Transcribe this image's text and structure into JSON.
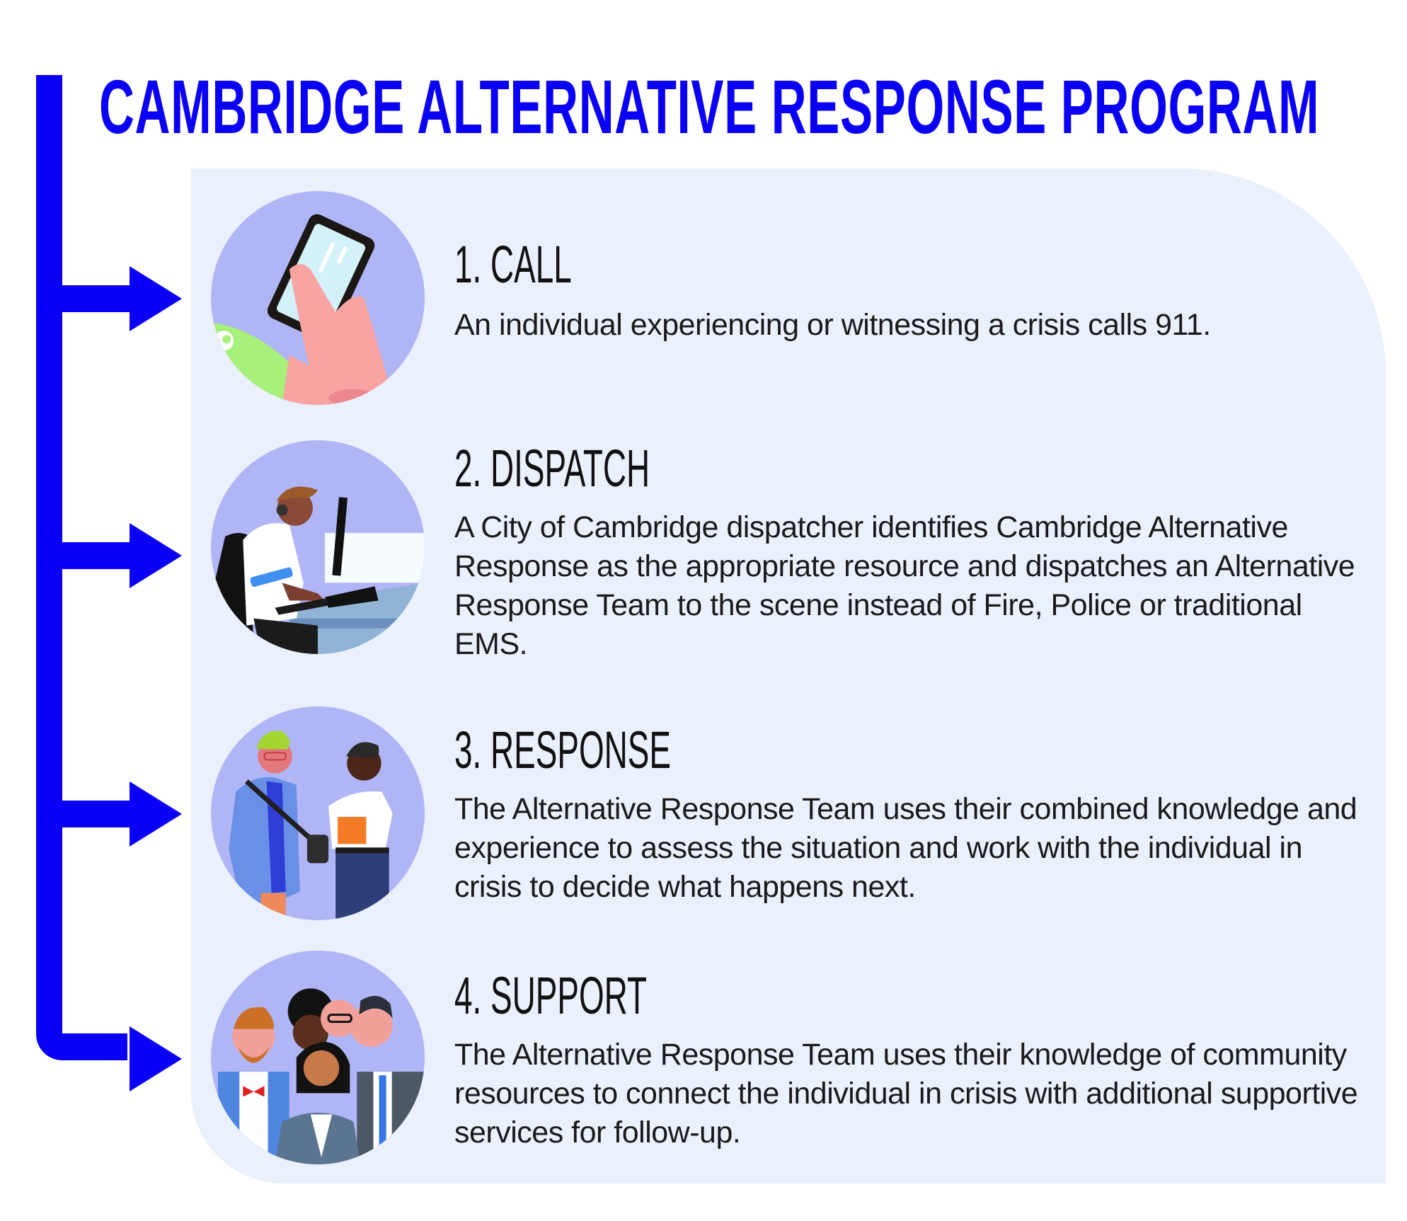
{
  "title": "CAMBRIDGE ALTERNATIVE RESPONSE PROGRAM",
  "colors": {
    "accent_blue": "#0a00f5",
    "panel_bg": "#eaf0fc",
    "circle_bg": "#b0b5f6",
    "heading_text": "#111111",
    "body_text": "#1a1a1a"
  },
  "steps": [
    {
      "heading": "1. CALL",
      "text": "An individual experiencing or witnessing  a crisis calls 911.",
      "illustration": "hand-holding-phone-icon"
    },
    {
      "heading": "2. DISPATCH",
      "text": "A City of Cambridge dispatcher identifies Cambridge Alternative Response as the appropriate resource and dispatches an Alternative Response Team to the scene instead of Fire, Police or traditional EMS.",
      "illustration": "dispatcher-at-computer-icon"
    },
    {
      "heading": "3. RESPONSE",
      "text": "The Alternative Response Team uses their combined knowledge and experience to assess the situation and work with the individual in crisis to decide what happens next.",
      "illustration": "two-people-talking-icon"
    },
    {
      "heading": "4. SUPPORT",
      "text": "The Alternative Response Team uses their  knowledge of community resources to connect the individual in crisis with additional supportive services for follow-up.",
      "illustration": "group-of-people-icon"
    }
  ]
}
